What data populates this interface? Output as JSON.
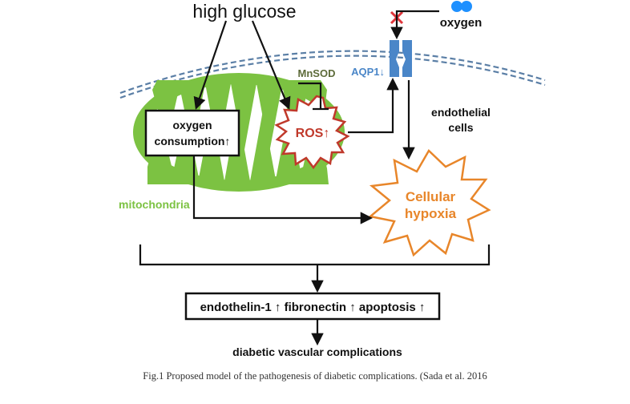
{
  "colors": {
    "mito_green": "#7cc242",
    "membrane_blue": "#5b7fa6",
    "aqp_blue": "#4a86c8",
    "ros_red": "#c0392b",
    "hypoxia_orange": "#e8862a",
    "mnsod_olive": "#5d6b3a",
    "arrow_black": "#111111",
    "x_red": "#e0343a",
    "oxygen_blue": "#1e90ff"
  },
  "labels": {
    "high_glucose": "high glucose",
    "oxygen": "oxygen",
    "aqp1": "AQP1↓",
    "mnsod": "MnSOD",
    "oxygen_consumption_line1": "oxygen",
    "oxygen_consumption_line2": "consumption↑",
    "ros": "ROS↑",
    "endothelial_line1": "endothelial",
    "endothelial_line2": "cells",
    "mitochondria": "mitochondria",
    "cellular_hypoxia_line1": "Cellular",
    "cellular_hypoxia_line2": "hypoxia",
    "markers": "endothelin-1 ↑ fibronectin ↑ apoptosis ↑",
    "outcome": "diabetic vascular complications"
  },
  "caption": "Fig.1 Proposed model of the pathogenesis of diabetic complications. (Sada et al. 2016"
}
